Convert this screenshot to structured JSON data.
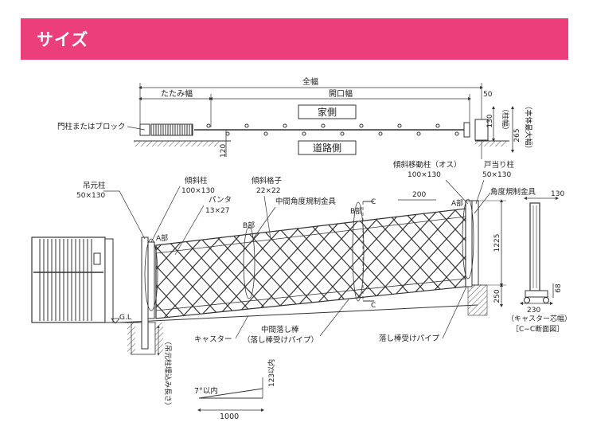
{
  "header": {
    "title": "サイズ",
    "color": "#ec3e7a"
  },
  "plan": {
    "overall_width": "全幅",
    "folded_width": "たたみ幅",
    "opening_width": "開口幅",
    "dim_50": "50",
    "house_side": "家側",
    "road_side": "道路側",
    "gate_post": "門柱またはブロック",
    "dim_130": "130",
    "post_width": "（柱幅）",
    "dim_265": "265",
    "max_width": "（本体最大幅）",
    "dim_120": "120"
  },
  "labels": {
    "base_post": "吊元柱",
    "base_post_size": "50×130",
    "tilt_post": "傾斜柱",
    "tilt_post_size": "100×130",
    "panta": "パンタ",
    "panta_size": "13×27",
    "tilt_lattice": "傾斜格子",
    "tilt_lattice_size": "22×22",
    "mid_angle_fitting": "中間角度規制金具",
    "b_part_left": "B部",
    "a_part_left": "A部",
    "b_part_right": "B部",
    "c_top": "C",
    "c_bottom": "C",
    "dim_200": "200",
    "tilt_moving_post": "傾斜移動柱（オス）",
    "tilt_moving_post_size": "100×130",
    "door_stop_post": "戸当り柱",
    "door_stop_post_size": "50×130",
    "a_part_right": "A部",
    "angle_fitting": "角度規制金具",
    "dim_1225": "1225",
    "dim_250": "250",
    "caster": "キャスター",
    "mid_drop_rod": "中間落し棒",
    "mid_drop_rod_pipe": "（落し棒受けパイプ）",
    "drop_rod_pipe": "落し棒受けパイプ",
    "gl": "G.L",
    "embed_len": "（吊元柱埋込み長さ）",
    "slope_angle": "7°以内",
    "slope_rise": "123以内",
    "slope_run": "1000",
    "sec_130": "130",
    "sec_68": "68",
    "sec_230": "230",
    "caster_core_width": "（キャスター芯幅）",
    "section_title": "［C−C断面図］"
  }
}
